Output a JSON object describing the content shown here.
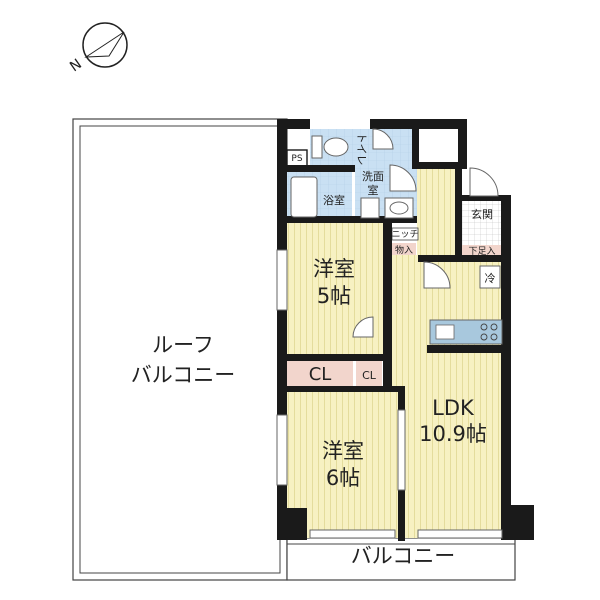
{
  "compass": {
    "north_label": "N"
  },
  "rooms": {
    "roof_balcony": {
      "line1": "ルーフ",
      "line2": "バルコニー"
    },
    "balcony": {
      "label": "バルコニー"
    },
    "western_room_1": {
      "name": "洋室",
      "size": "5帖"
    },
    "western_room_2": {
      "name": "洋室",
      "size": "6帖"
    },
    "ldk": {
      "name": "LDK",
      "size": "10.9帖"
    },
    "closet_large": {
      "label": "CL"
    },
    "closet_small": {
      "label": "CL"
    },
    "toilet": {
      "label": "トイレ"
    },
    "washroom": {
      "line1": "洗面",
      "line2": "室"
    },
    "bathroom": {
      "label": "浴室"
    },
    "entrance": {
      "label": "玄関"
    },
    "pipe_space": {
      "label": "PS"
    },
    "niche": {
      "label": "ニッチ"
    },
    "storage": {
      "label": "物入"
    },
    "shoe_box": {
      "label": "下足入"
    },
    "fridge": {
      "label": "冷"
    }
  },
  "colors": {
    "floor_wood": "#f7f1c2",
    "floor_stripe": "#e7dfa2",
    "wet_area": "#c9e0f3",
    "storage_pink": "#f2d5cc",
    "wall": "#1a1a1a",
    "kitchen_counter": "#a8c8dd"
  }
}
